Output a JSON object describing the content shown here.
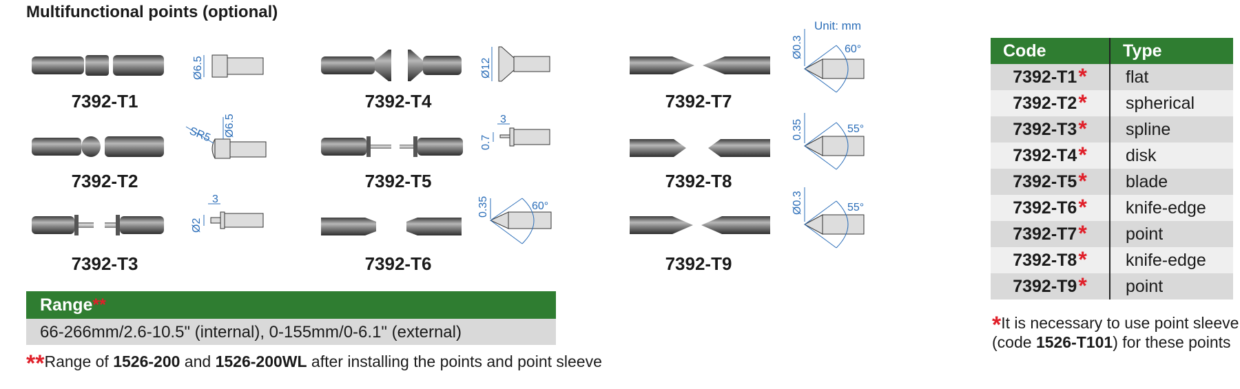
{
  "title": "Multifunctional points (optional)",
  "unit_label": "Unit: mm",
  "points": {
    "t1": {
      "code": "7392-T1",
      "dims": [
        "Ø6.5"
      ]
    },
    "t2": {
      "code": "7392-T2",
      "dims": [
        "SR5",
        "Ø6.5"
      ]
    },
    "t3": {
      "code": "7392-T3",
      "dims": [
        "Ø2",
        "3"
      ]
    },
    "t4": {
      "code": "7392-T4",
      "dims": [
        "Ø12"
      ]
    },
    "t5": {
      "code": "7392-T5",
      "dims": [
        "0.7",
        "3"
      ]
    },
    "t6": {
      "code": "7392-T6",
      "dims": [
        "0.35",
        "60°"
      ]
    },
    "t7": {
      "code": "7392-T7",
      "dims": [
        "Ø0.3",
        "60°"
      ]
    },
    "t8": {
      "code": "7392-T8",
      "dims": [
        "0.35",
        "55°"
      ]
    },
    "t9": {
      "code": "7392-T9",
      "dims": [
        "Ø0.3",
        "55°"
      ]
    }
  },
  "range": {
    "header": "Range",
    "header_mark": "**",
    "value": "66-266mm/2.6-10.5\" (internal), 0-155mm/0-6.1\" (external)",
    "note_mark": "**",
    "note_prefix": "Range of ",
    "note_model1": "1526-200",
    "note_mid": " and ",
    "note_model2": "1526-200WL",
    "note_suffix": " after installing the points and point sleeve"
  },
  "table": {
    "headers": {
      "code": "Code",
      "type": "Type"
    },
    "star": "*",
    "rows": [
      {
        "code": "7392-T1",
        "type": "flat"
      },
      {
        "code": "7392-T2",
        "type": "spherical"
      },
      {
        "code": "7392-T3",
        "type": "spline"
      },
      {
        "code": "7392-T4",
        "type": "disk"
      },
      {
        "code": "7392-T5",
        "type": "blade"
      },
      {
        "code": "7392-T6",
        "type": "knife-edge"
      },
      {
        "code": "7392-T7",
        "type": "point"
      },
      {
        "code": "7392-T8",
        "type": "knife-edge"
      },
      {
        "code": "7392-T9",
        "type": "point"
      }
    ]
  },
  "footnote": {
    "mark": "*",
    "text_prefix": "It is necessary to use point sleeve (code ",
    "code": "1526-T101",
    "text_suffix": ") for these points"
  },
  "colors": {
    "header_green": "#2f7d31",
    "star_red": "#e0202a",
    "dimension_blue": "#2a6db8",
    "row_gray": "#d9d9d9"
  }
}
